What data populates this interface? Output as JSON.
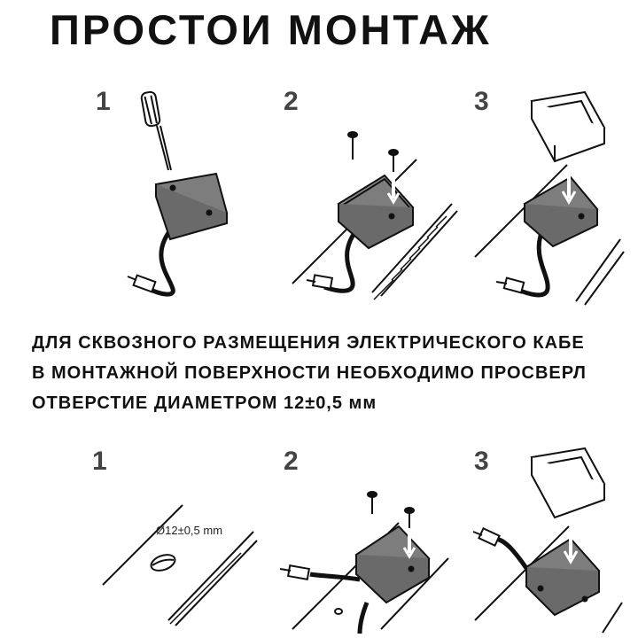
{
  "title": "ПРОСТОИ МОНТАЖ",
  "top_row": {
    "steps": [
      "1",
      "2",
      "3"
    ]
  },
  "note": {
    "lines": [
      "ДЛЯ СКВОЗНОГО РАЗМЕЩЕНИЯ ЭЛЕКТРИЧЕСКОГО КАБЕ",
      "В МОНТАЖНОЙ ПОВЕРХНОСТИ НЕОБХОДИМО ПРОСВЕРЛ",
      "ОТВЕРСТИЕ ДИАМЕТРОМ 12±0,5 мм"
    ]
  },
  "bottom_row": {
    "steps": [
      "1",
      "2",
      "3"
    ],
    "hole_label": "Ø12±0,5 mm"
  },
  "colors": {
    "device_fill": "#7d7d7d",
    "frame_fill": "#ffffff",
    "line": "#111111"
  }
}
